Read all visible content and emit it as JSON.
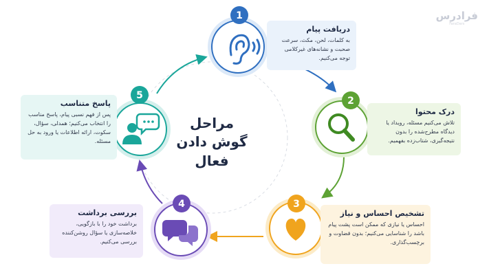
{
  "title": {
    "line1": "مراحل",
    "line2": "گوش دادن فعال"
  },
  "logo": {
    "text": "فرادرس",
    "subtext": "FaraDars"
  },
  "steps": [
    {
      "number": "1",
      "title": "دریافت پیام",
      "description": "به کلمات، لحن، مکث، سرعت صحبت و نشانه‌های غیرکلامی توجه می‌کنیم.",
      "color": "#2f6fc0",
      "icon": "ear-icon"
    },
    {
      "number": "2",
      "title": "درک محتوا",
      "description": "تلاش می‌کنیم مسئله، رویداد یا دیدگاه مطرح‌شده را بدون نتیجه‌گیری، شتاب‌زده بفهمیم.",
      "color": "#5da234",
      "icon": "magnifier-icon"
    },
    {
      "number": "3",
      "title": "تشخیص احساس و نیاز",
      "description": "احساس یا نیازی که ممکن است پشت پیام باشد را شناسایی می‌کنیم؛ بدون قضاوت و برچسب‌گذاری.",
      "color": "#f0a41e",
      "icon": "heart-icon"
    },
    {
      "number": "4",
      "title": "بررسی برداشت",
      "description": "برداشت خود را با بازگویی، خلاصه‌سازی یا سؤال روشن‌کننده بررسی می‌کنیم.",
      "color": "#6a4bb5",
      "icon": "chat-bubbles-icon"
    },
    {
      "number": "5",
      "title": "پاسخ متناسب",
      "description": "پس از فهم نسبی پیام، پاسخ مناسب را انتخاب می‌کنیم؛ همدلی، سؤال، سکوت، ارائه اطلاعات یا ورود به حل مسئله.",
      "color": "#1aa69a",
      "icon": "speaking-person-icon"
    }
  ]
}
